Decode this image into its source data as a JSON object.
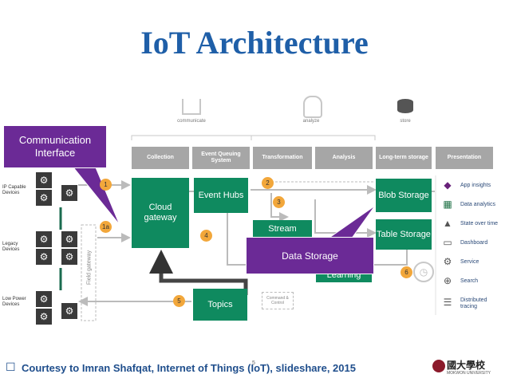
{
  "title": "IoT Architecture",
  "top_icons": {
    "communicate": "communicate",
    "analyze": "analyze",
    "store": "store"
  },
  "headers": [
    "Collection",
    "Event Queuing System",
    "Transformation",
    "Analysis",
    "Long-term storage",
    "Presentation"
  ],
  "devices": {
    "ip": "IP Capable Devices",
    "legacy": "Legacy Devices",
    "low_power": "Low Power Devices"
  },
  "components": {
    "cloud_gateway": "Cloud gateway",
    "event_hubs": "Event Hubs",
    "stream": "Stream",
    "learning": "Learning",
    "blob_storage": "Blob Storage",
    "table_storage": "Table Storage",
    "topics": "Topics",
    "field_gateway": "Field gateway",
    "command_control": "Command & Control"
  },
  "numbers": [
    "1",
    "1a",
    "2",
    "3",
    "4",
    "5",
    "6"
  ],
  "services": [
    "App insights",
    "Data analytics",
    "State over time",
    "Dashboard",
    "Service",
    "Search",
    "Distributed tracing"
  ],
  "callouts": {
    "communication_interface": "Communication Interface",
    "data_storage": "Data Storage"
  },
  "footer": {
    "bullet": "☐",
    "text": "Courtesy to Imran Shafqat, Internet of Things (IoT), slideshare, 2015",
    "page_number": "5",
    "logo_text": "國大學校",
    "logo_sub": "MOKWON UNIVERSITY"
  },
  "colors": {
    "title": "#1f5fa8",
    "green": "#0f8a5f",
    "purple": "#6b2a96",
    "header_gray": "#a6a6a6",
    "number_orange": "#f2a73b"
  }
}
